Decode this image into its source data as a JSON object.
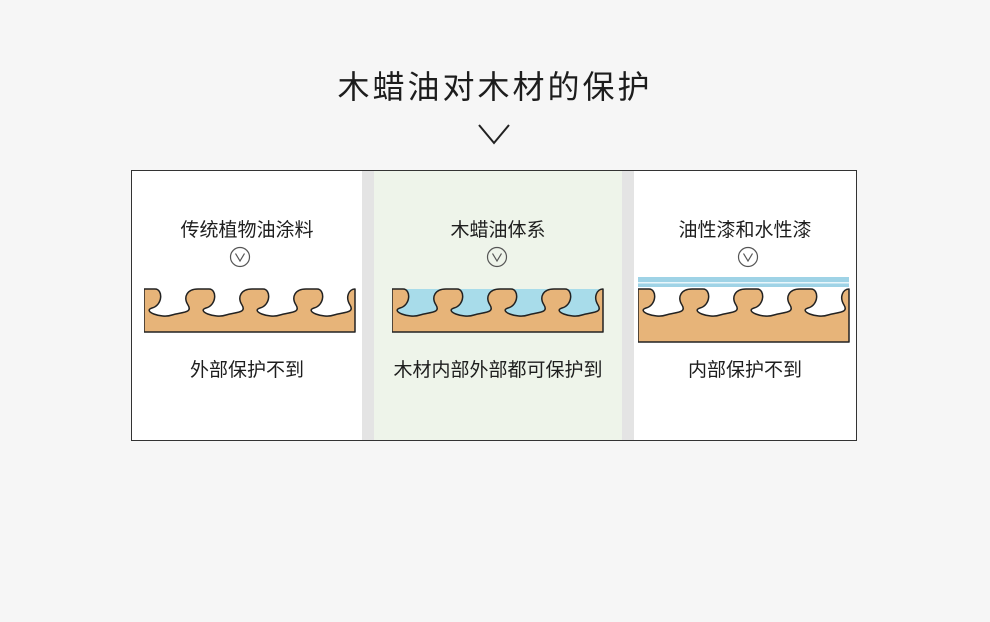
{
  "page": {
    "title": "木蜡油对木材的保护"
  },
  "icons": {
    "arrow": "chevron-down-icon",
    "marker": "circle-v-icon"
  },
  "colors": {
    "background": "#f6f6f6",
    "wood": "#e7b479",
    "oil": "#a8dcea",
    "varnish": "#9fd3e6",
    "middle_highlight": "#eef4ea",
    "separator": "#e4e4e4"
  },
  "columns": [
    {
      "title": "传统植物油涂料",
      "caption": "外部保护不到"
    },
    {
      "title": "木蜡油体系",
      "caption": "木材内部外部都可保护到"
    },
    {
      "title": "油性漆和水性漆",
      "caption": "内部保护不到"
    }
  ]
}
